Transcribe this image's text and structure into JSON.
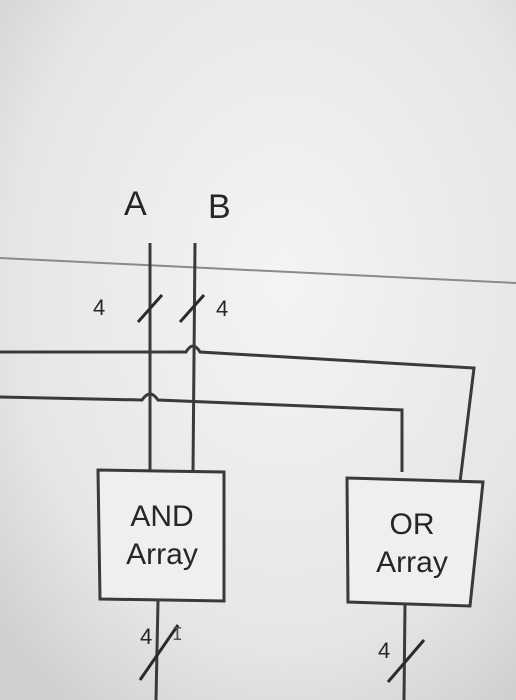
{
  "inputs": {
    "a": "A",
    "b": "B"
  },
  "bus_widths": {
    "a_top": "4",
    "b_top": "4",
    "and_out": "4",
    "or_out": "4"
  },
  "blocks": {
    "and_array": {
      "line1": "AND",
      "line2": "Array"
    },
    "or_array": {
      "line1": "OR",
      "line2": "Array"
    }
  },
  "colors": {
    "background": "#e9e9e9",
    "line": "#3a3a3a",
    "box_fill": "#efefef"
  }
}
